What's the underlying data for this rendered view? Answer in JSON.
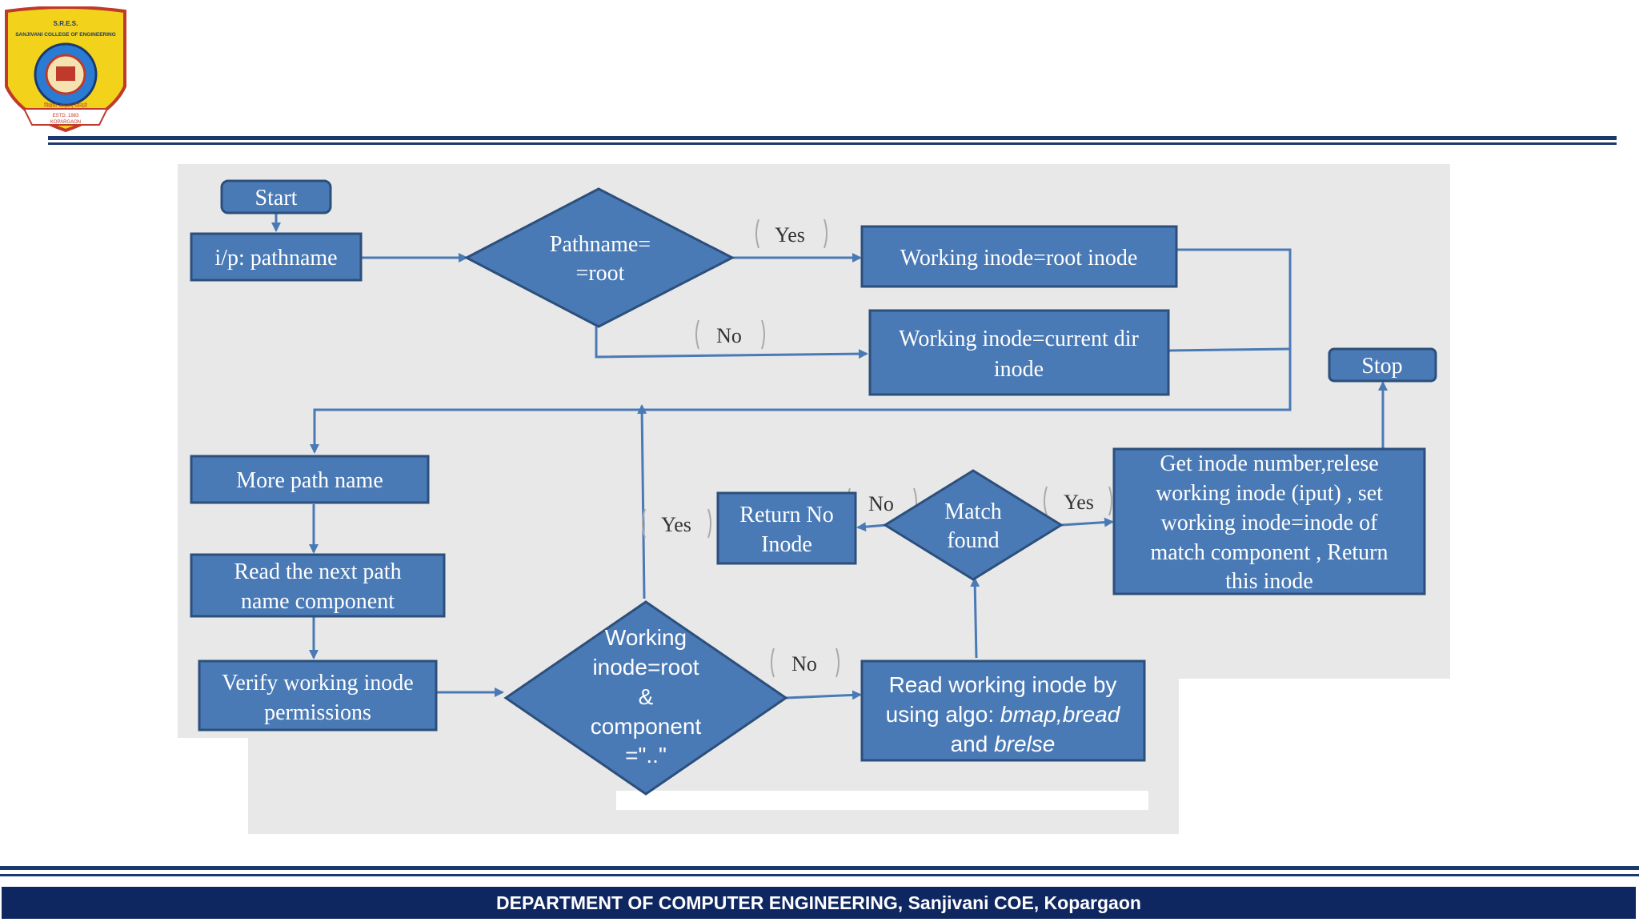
{
  "logo": {
    "top_text": "S.R.E.S.",
    "college": "SANJIVANI COLLEGE OF ENGINEERING",
    "motto": "विद्यया अमृतम् विन्दते",
    "estd": "ESTD. 1983",
    "place": "KOPARGAON"
  },
  "flowchart": {
    "start": "Start",
    "input": "i/p: pathname",
    "decision_root": [
      "Pathname=",
      "=root"
    ],
    "label_yes_1": "Yes",
    "label_no_1": "No",
    "working_root": "Working inode=root inode",
    "working_current": [
      "Working inode=current  dir",
      "inode"
    ],
    "stop": "Stop",
    "more_path": "More path name",
    "read_next": [
      "Read the next  path",
      "name component"
    ],
    "verify": [
      "Verify  working inode",
      "permissions"
    ],
    "decision_component": [
      "Working",
      "inode=root",
      "&",
      "component",
      "=\"..\""
    ],
    "label_yes_2": "Yes",
    "label_no_2": "No",
    "read_inode": [
      "Read working inode by",
      "using algo: ",
      "bmap,bread",
      "and ",
      "brelse"
    ],
    "match": [
      "Match",
      "found"
    ],
    "label_no_3": "No",
    "label_yes_3": "Yes",
    "return_no": [
      "Return No",
      "Inode"
    ],
    "get_inode": [
      "Get inode number,relese",
      "working inode (iput) , set",
      "working inode=inode of",
      "match component , Return",
      "this inode"
    ]
  },
  "footer": "DEPARTMENT OF COMPUTER ENGINEERING,  Sanjivani COE, Kopargaon",
  "colors": {
    "box_fill": "#4a7ab5",
    "box_stroke": "#2c4f7c",
    "panel": "#e8e8e8",
    "rule": "#1a3a6e",
    "footer": "#0f2760"
  }
}
